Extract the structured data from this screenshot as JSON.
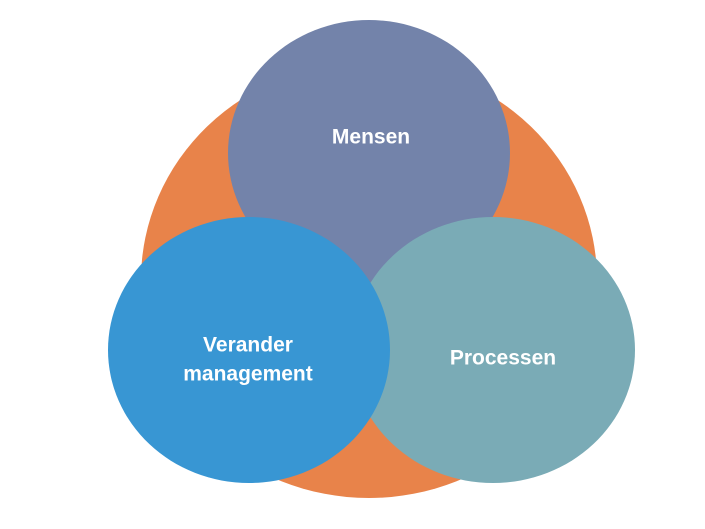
{
  "diagram": {
    "title": "",
    "background": {
      "name": "outer-ellipse",
      "color": "#E8834A"
    },
    "circles": [
      {
        "id": "mensen",
        "lines": [
          "Mensen"
        ],
        "color": "#7383AA"
      },
      {
        "id": "verander-management",
        "lines": [
          "Verander",
          "management"
        ],
        "color": "#3896D3"
      },
      {
        "id": "processen",
        "lines": [
          "Processen"
        ],
        "color": "#7AABB6"
      }
    ]
  }
}
